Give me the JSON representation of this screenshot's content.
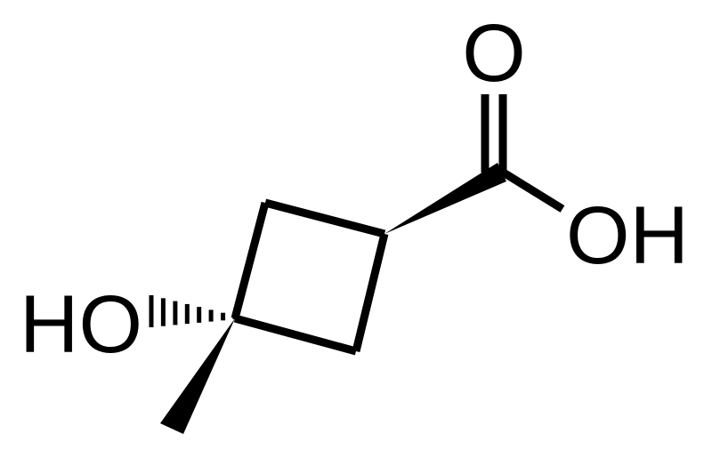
{
  "molecule": {
    "labels": {
      "carbonyl_oxygen": "O",
      "acid_hydroxyl": "OH",
      "ring_hydroxyl": "HO"
    }
  },
  "colors": {
    "background": "#ffffff",
    "ink": "#000000"
  }
}
